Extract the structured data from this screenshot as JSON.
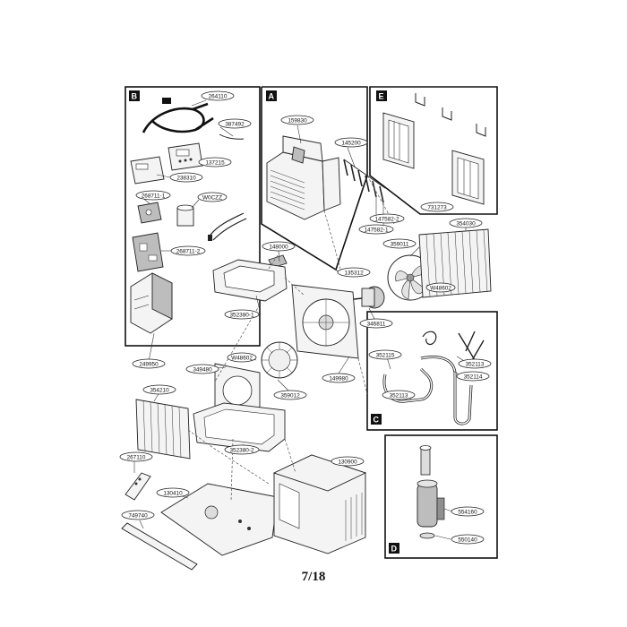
{
  "page_number": "7/18",
  "sections": {
    "A": "A",
    "B": "B",
    "C": "C",
    "D": "D",
    "E": "E"
  },
  "callouts": {
    "c264110": "264110",
    "c387492": "387492",
    "c137215": "137215",
    "c238310": "238310",
    "c268711_1": "268711-1",
    "cW0CZZ": "W0CZZ",
    "c268711_2": "268711-2",
    "c249950": "249950",
    "c159830": "159830",
    "c145200": "145200",
    "c147582_2": "147582-2",
    "c147582_1": "147582-1",
    "c135312": "135312",
    "c731273": "731273",
    "c148000": "148000",
    "c352380_1": "352380-1",
    "c359011": "359011",
    "c354030": "354030",
    "cW48602a": "W48602",
    "c346811": "346811",
    "cW48602b": "W48602",
    "c349480": "349480",
    "c359012": "359012",
    "c149980": "149980",
    "c352115": "352115",
    "c352113a": "352113",
    "c352114": "352114",
    "c352113b": "352113",
    "c354210": "354210",
    "c352380_2": "352380-2",
    "c267110": "267110",
    "c130410": "130410",
    "c130900": "130900",
    "c749740": "749740",
    "c554160": "554160",
    "c550140": "550140"
  }
}
